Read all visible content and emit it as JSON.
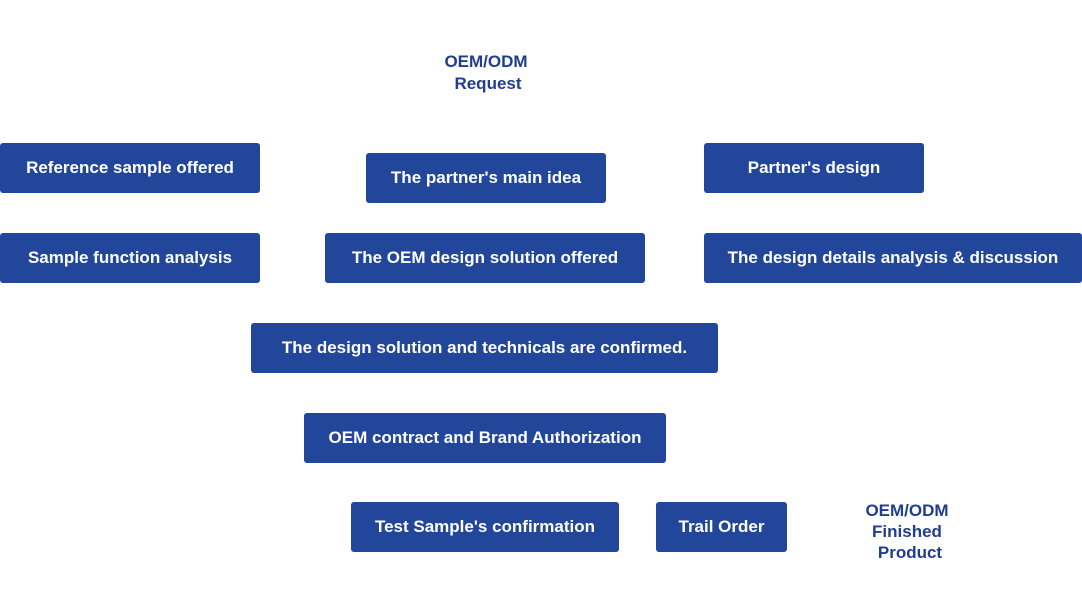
{
  "start_label": {
    "line1": "OEM/ODM",
    "line2": "Request"
  },
  "end_label": {
    "line1": "OEM/ODM",
    "line2": "Finished",
    "line3": "Product"
  },
  "steps": {
    "reference_sample": "Reference sample offered",
    "partner_main_idea": "The partner's main idea",
    "partner_design": "Partner's design",
    "sample_function_analysis": "Sample function analysis",
    "oem_design_solution": "The OEM design solution offered",
    "design_details_analysis": "The design details analysis & discussion",
    "design_confirmed": "The design solution and technicals are confirmed.",
    "oem_contract": "OEM contract and Brand Authorization",
    "test_sample": "Test Sample's confirmation",
    "trail_order": "Trail Order"
  },
  "colors": {
    "box_fill": "#22469a",
    "box_text": "#ffffff",
    "label_text": "#1f3e8f"
  }
}
